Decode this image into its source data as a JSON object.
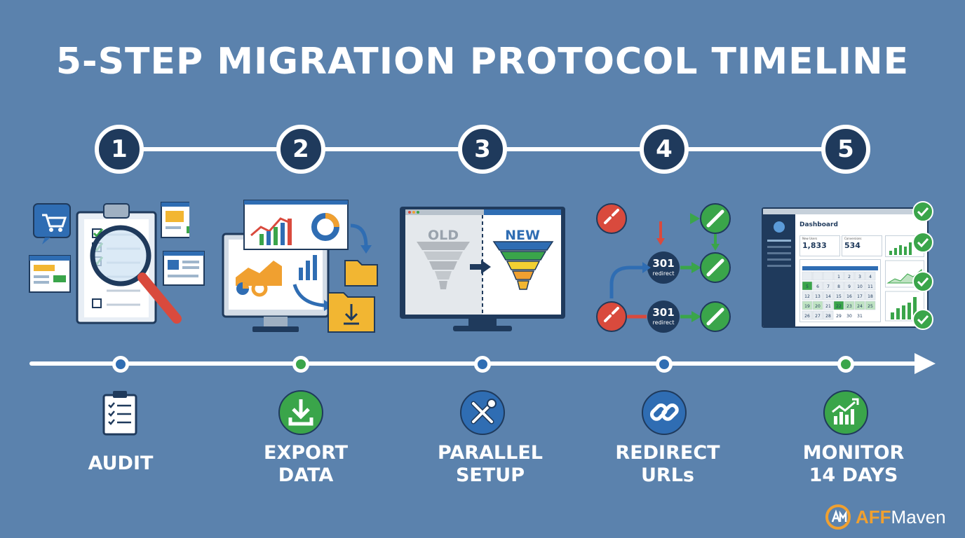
{
  "title": "5-STEP MIGRATION PROTOCOL TIMELINE",
  "steps": [
    {
      "number": "1",
      "label_line1": "AUDIT",
      "label_line2": "",
      "icon": "clipboard-checklist-icon",
      "dot_color": "#2f6db3"
    },
    {
      "number": "2",
      "label_line1": "EXPORT",
      "label_line2": "DATA",
      "icon": "download-icon",
      "dot_color": "#3aa54a"
    },
    {
      "number": "3",
      "label_line1": "PARALLEL",
      "label_line2": "SETUP",
      "icon": "wrench-screwdriver-icon",
      "dot_color": "#2f6db3"
    },
    {
      "number": "4",
      "label_line1": "REDIRECT",
      "label_line2": "URLs",
      "icon": "link-icon",
      "dot_color": "#2f6db3"
    },
    {
      "number": "5",
      "label_line1": "MONITOR",
      "label_line2": "14 DAYS",
      "icon": "growth-chart-icon",
      "dot_color": "#3aa54a"
    }
  ],
  "illustrations": {
    "parallel": {
      "old_label": "OLD",
      "new_label": "NEW"
    },
    "redirect": {
      "code_1": "301",
      "sub_1": "redirect",
      "code_2": "301",
      "sub_2": "redirect"
    },
    "dashboard": {
      "title": "Dashboard",
      "metric_1_label": "New Users",
      "metric_1_value": "1,833",
      "metric_2_label": "Conversions",
      "metric_2_value": "534",
      "calendar_days": [
        "1",
        "2",
        "3",
        "4",
        "5",
        "6",
        "7",
        "8",
        "9",
        "10",
        "11",
        "12",
        "13",
        "14",
        "15",
        "16",
        "17",
        "18",
        "19",
        "20",
        "21",
        "22",
        "23",
        "24",
        "25",
        "26",
        "27",
        "28",
        "29",
        "30",
        "31"
      ]
    }
  },
  "logo": {
    "text_accent": "AFF",
    "text_main": "Maven"
  },
  "colors": {
    "background": "#5b82ad",
    "dark_navy": "#1f3a5c",
    "green": "#3aa54a",
    "blue": "#2f6db3",
    "red": "#d94a3d",
    "orange": "#f0a030"
  }
}
